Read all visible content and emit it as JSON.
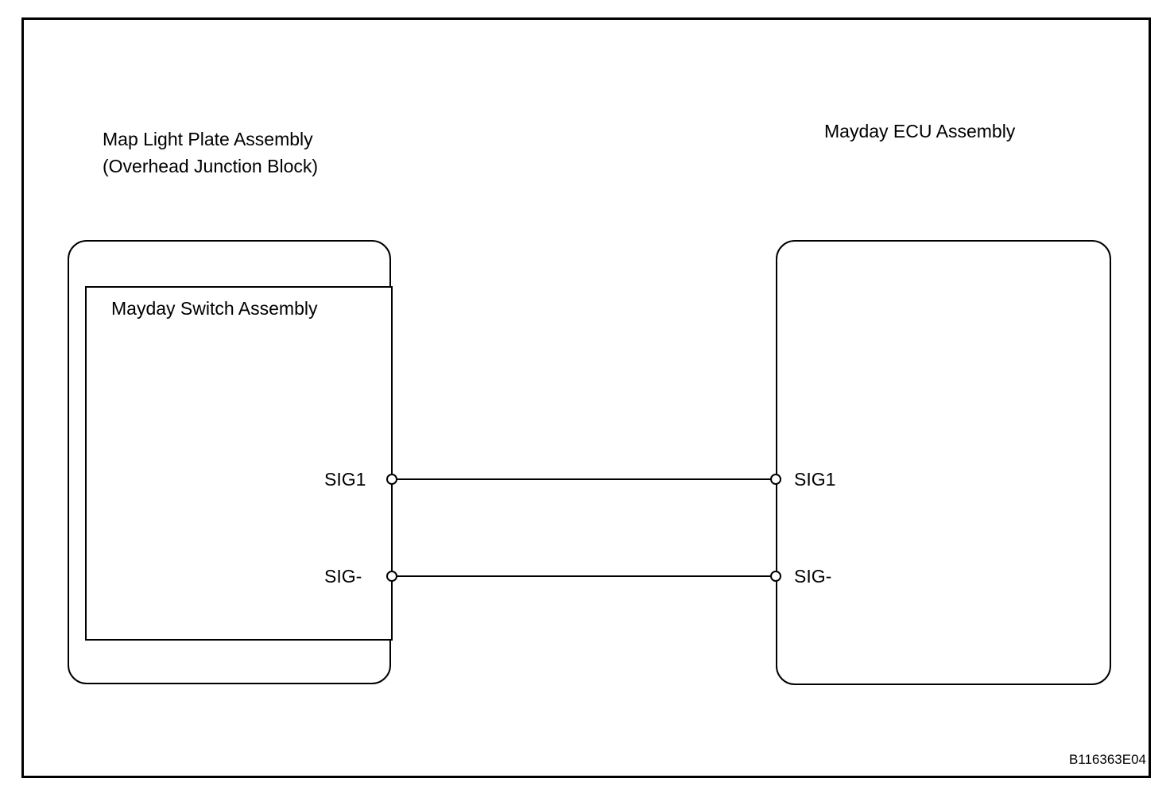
{
  "diagram": {
    "left_block": {
      "title_line1": "Map Light Plate Assembly",
      "title_line2": "(Overhead Junction Block)",
      "inner_label": "Mayday Switch Assembly",
      "pins": [
        {
          "label": "SIG1"
        },
        {
          "label": "SIG-"
        }
      ]
    },
    "right_block": {
      "title": "Mayday ECU Assembly",
      "pins": [
        {
          "label": "SIG1"
        },
        {
          "label": "SIG-"
        }
      ]
    },
    "wires": [
      {
        "from": "SIG1",
        "to": "SIG1"
      },
      {
        "from": "SIG-",
        "to": "SIG-"
      }
    ],
    "figure_code": "B116363E04",
    "colors": {
      "line": "#000000",
      "background": "#ffffff"
    }
  }
}
